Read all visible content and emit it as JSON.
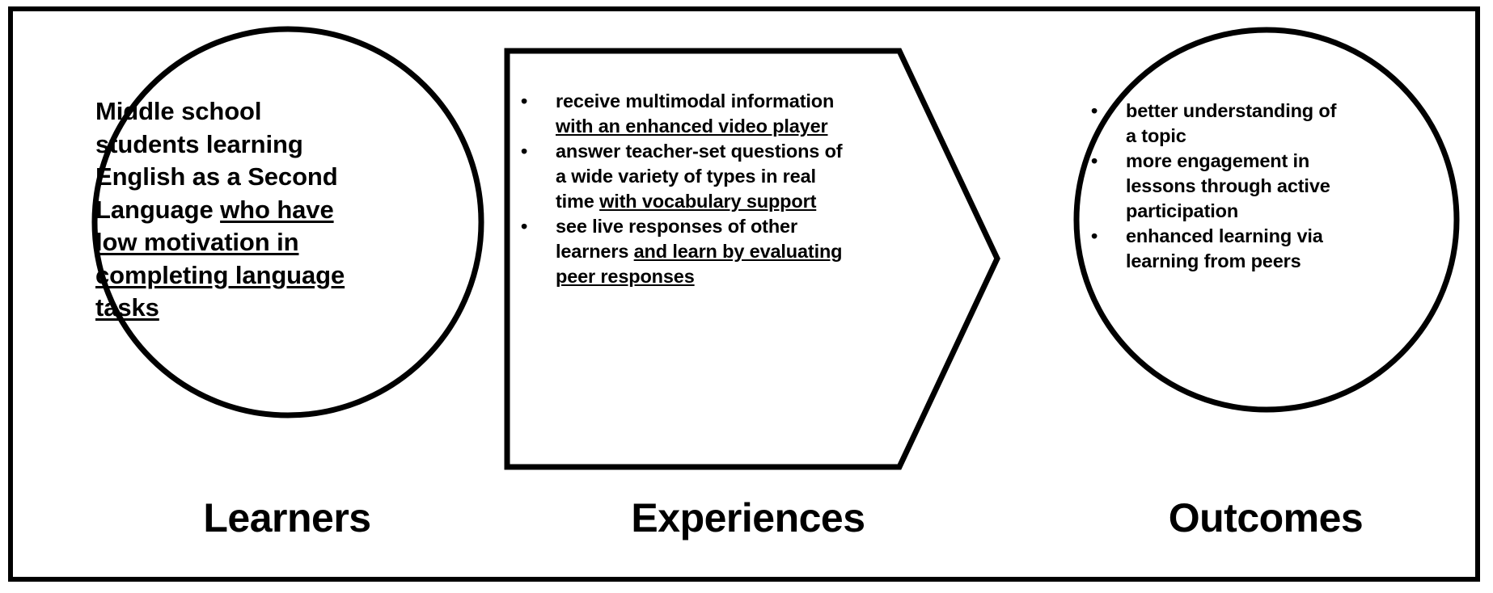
{
  "diagram": {
    "frame": {
      "border_color": "#000000",
      "background": "#ffffff"
    },
    "columns": [
      {
        "key": "learners",
        "caption": "Learners",
        "shape": "circle"
      },
      {
        "key": "experiences",
        "caption": "Experiences",
        "shape": "chevron-arrow"
      },
      {
        "key": "outcomes",
        "caption": "Outcomes",
        "shape": "circle"
      }
    ],
    "learners": {
      "caption": "Learners",
      "paragraph_plain": "Middle school students learning English as a Second Language who have low motivation in completing language tasks",
      "segments": [
        {
          "text": "Middle school students learning English as a Second Language ",
          "underline": false
        },
        {
          "text": "who have low motivation in completing language tasks",
          "underline": true
        }
      ]
    },
    "experiences": {
      "caption": "Experiences",
      "bullet_glyph": "•",
      "items": [
        {
          "plain": "receive multimodal information with an enhanced video player",
          "segments": [
            {
              "text": "receive multimodal information ",
              "underline": false
            },
            {
              "text": "with an enhanced video player",
              "underline": true
            }
          ]
        },
        {
          "plain": "answer teacher-set questions of a wide variety of types in real time with vocabulary support",
          "segments": [
            {
              "text": "answer teacher-set questions of a wide variety of types in real time ",
              "underline": false
            },
            {
              "text": "with vocabulary support",
              "underline": true
            }
          ]
        },
        {
          "plain": "see live responses of other learners and learn by evaluating peer responses",
          "segments": [
            {
              "text": "see live responses of other learners ",
              "underline": false
            },
            {
              "text": "and learn by evaluating peer responses",
              "underline": true
            }
          ]
        }
      ]
    },
    "outcomes": {
      "caption": "Outcomes",
      "bullet_glyph": "•",
      "items": [
        {
          "plain": "better understanding of a topic"
        },
        {
          "plain": "more engagement in lessons through active participation"
        },
        {
          "plain": "enhanced learning via learning from peers"
        }
      ]
    }
  }
}
